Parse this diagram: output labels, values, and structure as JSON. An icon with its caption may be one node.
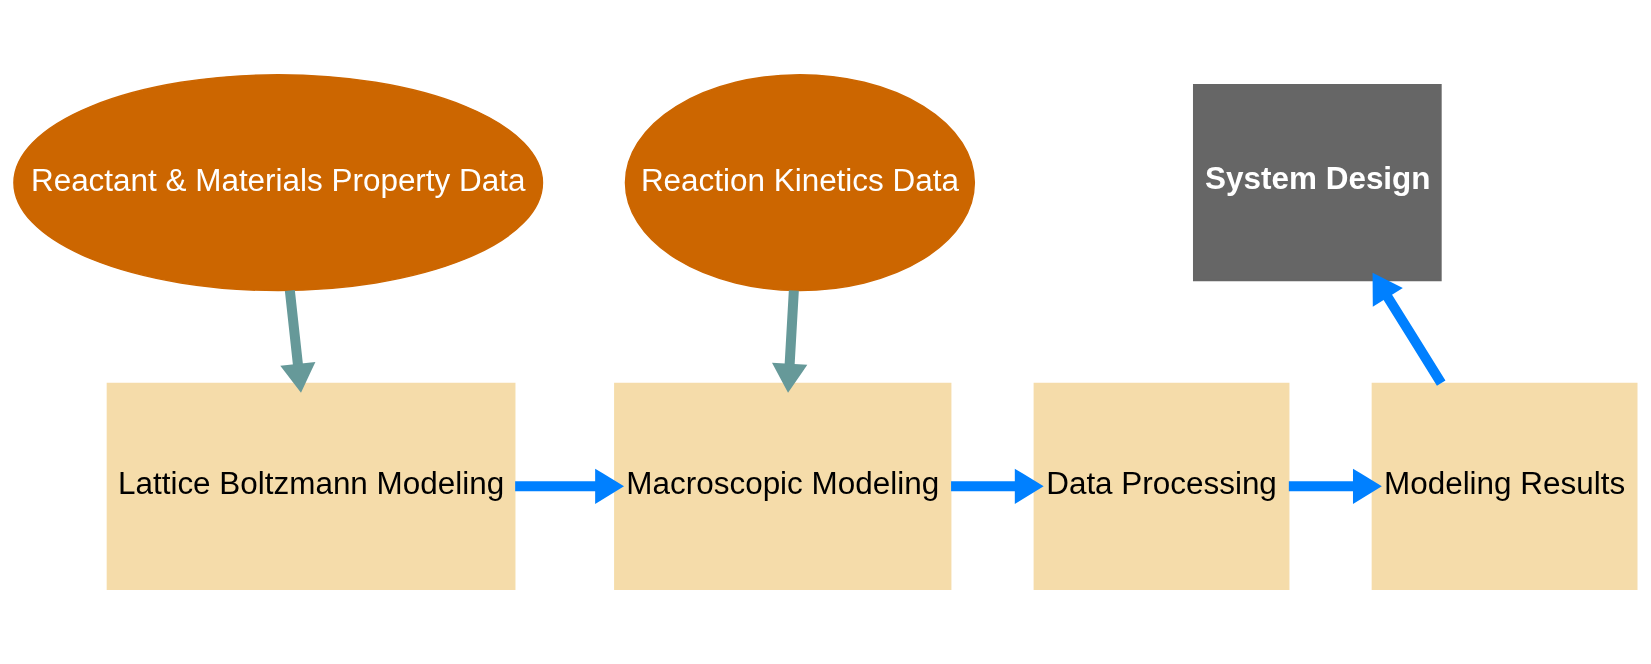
{
  "diagram": {
    "nodes": [
      {
        "text": [
          "Reactant & Materials Property Data"
        ]
      },
      {
        "text": [
          "Reaction Kinetics Data"
        ]
      },
      {
        "text": [
          "System Design"
        ]
      },
      {
        "text": [
          "Lattice Boltzmann Modeling"
        ]
      },
      {
        "text": [
          "Macroscopic Modeling"
        ]
      },
      {
        "text": [
          "Data Processing"
        ]
      },
      {
        "text": [
          "Modeling Results"
        ]
      }
    ],
    "edges": [
      {
        "from": 0,
        "to": 3,
        "arrow": "to",
        "color": "#669999"
      },
      {
        "from": 1,
        "to": 4,
        "arrow": "to",
        "color": "#669999"
      },
      {
        "from": 3,
        "to": 4,
        "arrow": "to"
      },
      {
        "from": 4,
        "to": 5,
        "arrow": "to"
      },
      {
        "from": 5,
        "to": 6,
        "arrow": "to"
      },
      {
        "from": 6,
        "to": 2,
        "arrow": "to"
      }
    ]
  }
}
